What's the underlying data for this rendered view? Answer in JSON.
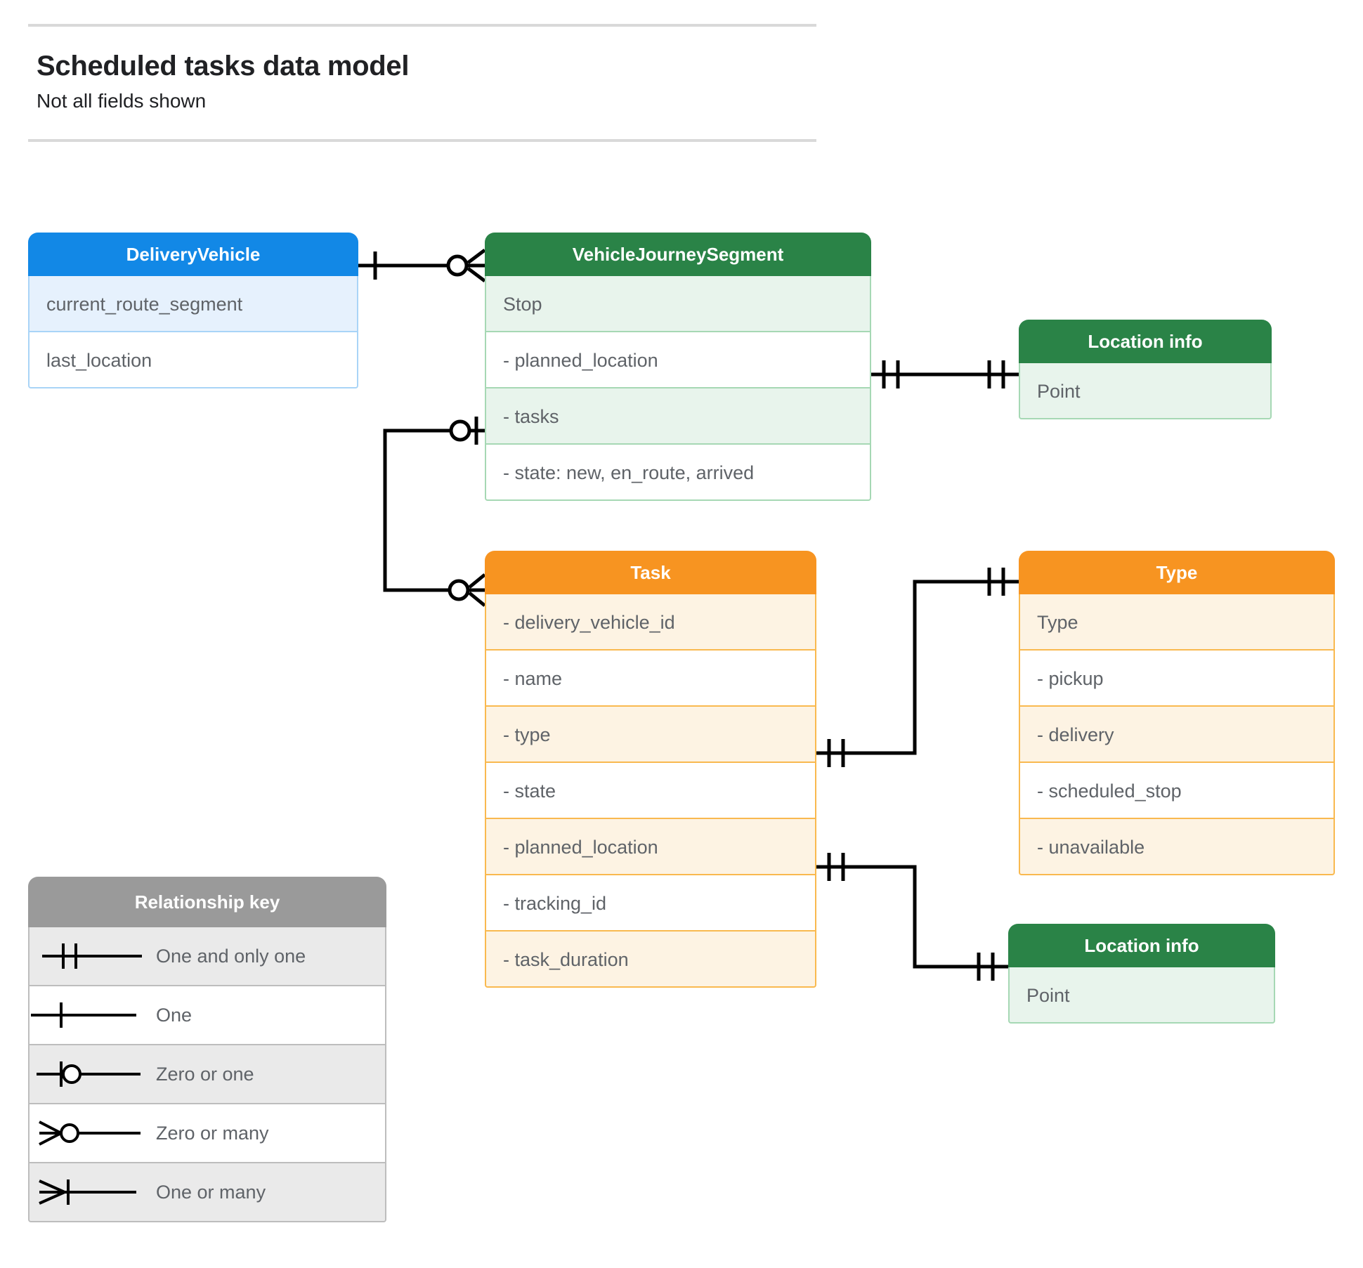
{
  "header": {
    "title": "Scheduled tasks data model",
    "subtitle": "Not all fields shown"
  },
  "colors": {
    "blue_header": "#1288e6",
    "blue_row": "#e6f1fd",
    "blue_border": "#a9d4f7",
    "green_header": "#2a8347",
    "green_row": "#e8f4ec",
    "green_border": "#a6d8b4",
    "orange_header": "#f79421",
    "orange_row": "#fdf3e3",
    "orange_border": "#f9b94f",
    "gray_header": "#9a9a9a",
    "gray_row": "#eaeaea",
    "text": "#5f6368",
    "line": "#000000"
  },
  "entities": {
    "delivery_vehicle": {
      "title": "DeliveryVehicle",
      "theme": "blue",
      "rows": [
        "current_route_segment",
        "last_location"
      ]
    },
    "vehicle_journey_segment": {
      "title": "VehicleJourneySegment",
      "theme": "green",
      "rows": [
        "Stop",
        "-  planned_location",
        "- tasks",
        "- state: new, en_route, arrived"
      ]
    },
    "location_info_top": {
      "title": "Location info",
      "theme": "green",
      "rows": [
        "Point"
      ]
    },
    "task": {
      "title": "Task",
      "theme": "orange",
      "rows": [
        "- delivery_vehicle_id",
        "- name",
        "- type",
        "- state",
        "- planned_location",
        "- tracking_id",
        "- task_duration"
      ]
    },
    "type": {
      "title": "Type",
      "theme": "orange",
      "rows": [
        "Type",
        "-   pickup",
        "-   delivery",
        "-   scheduled_stop",
        "-   unavailable"
      ]
    },
    "location_info_bottom": {
      "title": "Location info",
      "theme": "green",
      "rows": [
        "Point"
      ]
    }
  },
  "legend": {
    "title": "Relationship key",
    "items": [
      {
        "symbol": "one-and-only-one-icon",
        "label": "One and only one"
      },
      {
        "symbol": "one-icon",
        "label": "One"
      },
      {
        "symbol": "zero-or-one-icon",
        "label": "Zero or one"
      },
      {
        "symbol": "zero-or-many-icon",
        "label": "Zero or many"
      },
      {
        "symbol": "one-or-many-icon",
        "label": "One or many"
      }
    ]
  },
  "relationships": [
    {
      "from": "DeliveryVehicle",
      "from_cardinality": "One",
      "to": "VehicleJourneySegment",
      "to_cardinality": "Zero or many"
    },
    {
      "from": "VehicleJourneySegment.planned_location",
      "from_cardinality": "One and only one",
      "to": "Location info",
      "to_cardinality": "One and only one"
    },
    {
      "from": "VehicleJourneySegment.tasks",
      "from_cardinality": "Zero or one",
      "to": "Task",
      "to_cardinality": "Zero or many"
    },
    {
      "from": "Task.type",
      "from_cardinality": "One and only one",
      "to": "Type",
      "to_cardinality": "One and only one"
    },
    {
      "from": "Task.planned_location",
      "from_cardinality": "One and only one",
      "to": "Location info",
      "to_cardinality": "One and only one"
    }
  ]
}
